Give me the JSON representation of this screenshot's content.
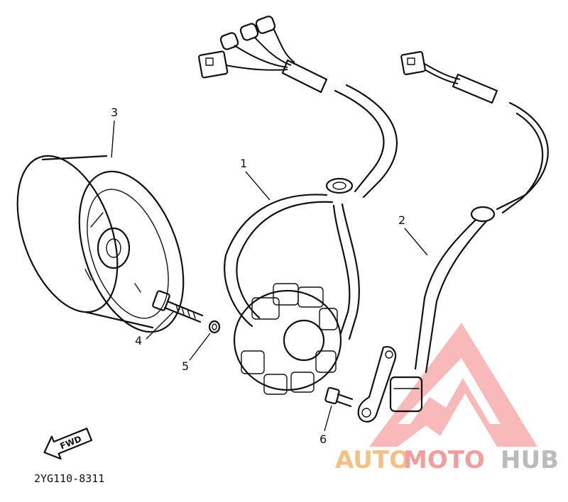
{
  "diagram": {
    "parts": [
      {
        "number": "1",
        "icon": "stator-coil-assembly-icon"
      },
      {
        "number": "2",
        "icon": "pickup-coil-icon"
      },
      {
        "number": "3",
        "icon": "rotor-flywheel-icon"
      },
      {
        "number": "4",
        "icon": "bolt-icon"
      },
      {
        "number": "5",
        "icon": "washer-icon"
      },
      {
        "number": "6",
        "icon": "screw-icon"
      }
    ],
    "fwd_label": "FWD",
    "diagram_code": "2YG110-8311"
  },
  "watermark": {
    "part1": "AUTO",
    "part2": "MOTO",
    "part3": "HUB",
    "colors": {
      "auto": "#f5b56e",
      "moto": "#f08e8e",
      "hub": "#b0b0b0",
      "logo": "#f28b8b"
    }
  }
}
